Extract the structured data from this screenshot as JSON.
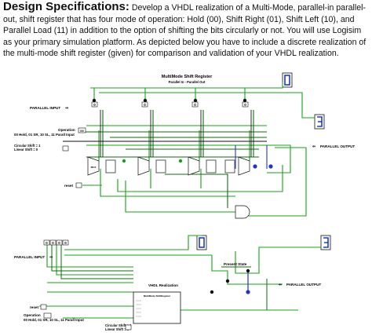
{
  "spec": {
    "heading": "Design Specifications:",
    "body": "Develop a VHDL realization of a Multi-Mode, parallel-in parallel-out, shift register that has four mode of operation: Hold (00), Shift Right (01), Shift Left (10), and Parallel Load (11) in addition to the option of shifting the bits circularly or not. You will use Logisim as your primary simulation platform. As depicted below you have to include a discrete realization of the multi-mode shift register (given) for comparison and validation of your VHDL realization."
  },
  "top_circuit": {
    "title": "MultiMode Shift Register",
    "subtitle": "Parallel In - Parallel Out",
    "parallel_input_label": "PARALLEL INPUT",
    "arrow_glyph": "⇒",
    "operation_label": "Operation",
    "mode_help": "00 Hold, 01 SR, 10 SL, 11 Parall Input",
    "circular_shift_line1": "Circular Shift = 1",
    "circular_shift_line2": "Linear Shift = 0",
    "reset_label": "reset",
    "parallel_output_label": "PARALLEL OUTPUT",
    "output_arrow": "⇐",
    "input_bits": [
      "0",
      "0",
      "0",
      "0"
    ],
    "mode_value": "00",
    "hex_display_top": "0",
    "hex_display_output": "3",
    "mux_label": "MUX"
  },
  "bottom_circuit": {
    "parallel_input_label": "PARALLEL INPUT",
    "arrow_glyph": "⇒",
    "present_state_label": "Present State",
    "vhdl_label": "VHDL Realization",
    "parallel_output_label": "PARALLEL OUTPUT",
    "output_arrow": "⇐",
    "reset_label": "reset",
    "operation_label": "Operation",
    "mode_help": "00 Hold, 01 SR, 10 SL, 11 Parall Input",
    "circular_shift_line1": "Circular Shift = 1",
    "circular_shift_line2": "Linear Shift = 0",
    "input_bits": [
      "0",
      "0",
      "0",
      "0"
    ],
    "hex_display_left": "0",
    "hex_display_right": "3",
    "component_title": "MultiMode ShiftRegister"
  },
  "colors": {
    "wire_green": "#15a315",
    "wire_dark_green": "#0c6b0c",
    "wire_blue": "#2233cc",
    "wire_black": "#111111",
    "hex_digit_blue": "#1e3fbf",
    "pin_green": "#22aa22"
  }
}
